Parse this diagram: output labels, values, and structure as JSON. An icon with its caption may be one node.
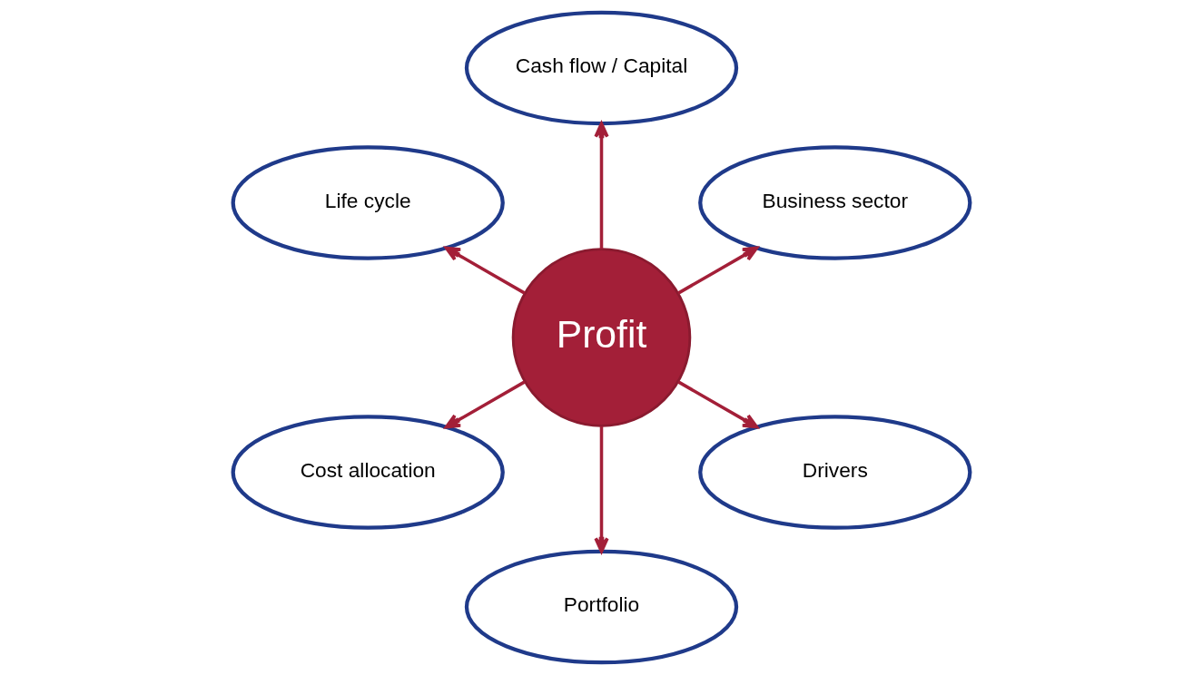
{
  "diagram": {
    "nodes": [
      {
        "text": [
          "Profit"
        ]
      },
      {
        "text": [
          "Business sector"
        ]
      },
      {
        "text": [
          "Cash flow / Capital"
        ]
      },
      {
        "text": [
          "Life cycle"
        ]
      },
      {
        "text": [
          "Cost allocation"
        ]
      },
      {
        "text": [
          "Portfolio"
        ]
      },
      {
        "text": [
          "Drivers"
        ]
      }
    ],
    "edges": [
      {
        "from": 0,
        "to": 1,
        "arrow": "to"
      },
      {
        "from": 0,
        "to": 2,
        "arrow": "to"
      },
      {
        "from": 0,
        "to": 3,
        "arrow": "to"
      },
      {
        "from": 0,
        "to": 4,
        "arrow": "to"
      },
      {
        "from": 0,
        "to": 5,
        "arrow": "to"
      },
      {
        "from": 0,
        "to": 6,
        "arrow": "to"
      }
    ]
  }
}
